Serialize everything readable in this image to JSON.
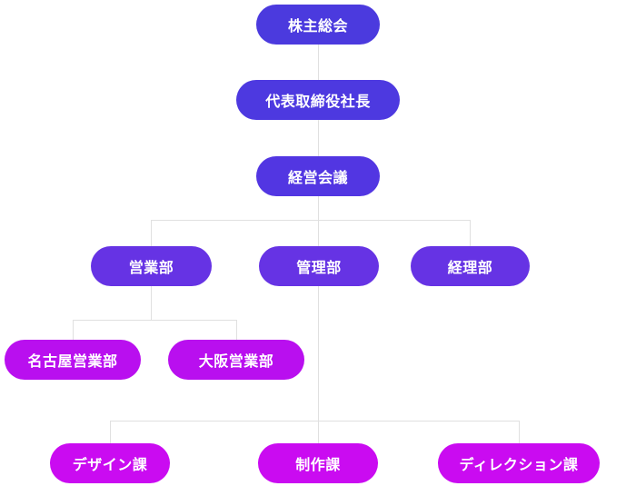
{
  "diagram": {
    "type": "organization-chart",
    "background_color": "#ffffff",
    "node_text_color": "#ffffff",
    "connector_color": "#e0e0e0",
    "nodes": {
      "shareholders_meeting": {
        "label": "株主総会",
        "color": "#4b3ade",
        "level": 1
      },
      "president": {
        "label": "代表取締役社長",
        "color": "#4d39e0",
        "level": 2
      },
      "management_meeting": {
        "label": "経営会議",
        "color": "#5236e2",
        "level": 3
      },
      "sales_dept": {
        "label": "営業部",
        "color": "#6633e4",
        "level": 4
      },
      "admin_dept": {
        "label": "管理部",
        "color": "#6633e4",
        "level": 4
      },
      "accounting_dept": {
        "label": "経理部",
        "color": "#6633e4",
        "level": 4
      },
      "nagoya_sales_dept": {
        "label": "名古屋営業部",
        "color": "#b90fef",
        "level": 5
      },
      "osaka_sales_dept": {
        "label": "大阪営業部",
        "color": "#b90fef",
        "level": 5
      },
      "design_section": {
        "label": "デザイン課",
        "color": "#ca0bf1",
        "level": 6
      },
      "production_section": {
        "label": "制作課",
        "color": "#ca0bf1",
        "level": 6
      },
      "direction_section": {
        "label": "ディレクション課",
        "color": "#ca0bf1",
        "level": 6
      }
    },
    "hierarchy": [
      {
        "parent": "shareholders_meeting",
        "children": [
          "president"
        ]
      },
      {
        "parent": "president",
        "children": [
          "management_meeting"
        ]
      },
      {
        "parent": "management_meeting",
        "children": [
          "sales_dept",
          "admin_dept",
          "accounting_dept"
        ]
      },
      {
        "parent": "sales_dept",
        "children": [
          "nagoya_sales_dept",
          "osaka_sales_dept"
        ]
      },
      {
        "parent": "admin_dept",
        "children": [
          "design_section",
          "production_section",
          "direction_section"
        ]
      }
    ]
  }
}
